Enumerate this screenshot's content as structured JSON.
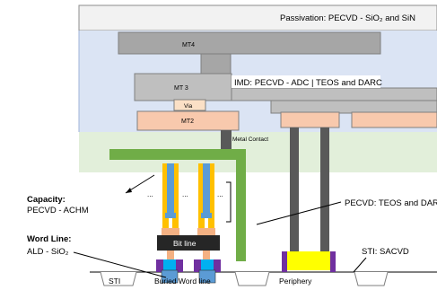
{
  "labels": {
    "passivation": "Passivation: PECVD - SiO₂ and SiN",
    "mt4": "MT4",
    "imd": "IMD: PECVD - ADC  |  TEOS and DARC",
    "mt3": "MT 3",
    "via": "Via",
    "mt2": "MT2",
    "metal_contact": "Metal Contact",
    "capacity_title": "Capacity:",
    "capacity_value": "PECVD - ACHM",
    "word_line_title": "Word Line:",
    "word_line_value": "ALD - SiO₂",
    "bit_line": "Bit line",
    "pecvd_teos": "PECVD: TEOS and DARC",
    "sti": "STI: SACVD",
    "sti_substrate": "STI",
    "buried_word_line": "Buried Word line",
    "periphery": "Periphery",
    "ellipsis": "..."
  },
  "colors": {
    "passivation_fill": "#f2f2f2",
    "imd_fill": "#dbe4f4",
    "metal_dark": "#a6a6a6",
    "metal_mid": "#bfbfbf",
    "mt2_fill": "#f8c9ad",
    "via_fill": "#fbe0c6",
    "contact_layer": "#e2efda",
    "green_bar": "#70ad47",
    "plug_dark": "#595959",
    "capacitor_orange": "#f4b183",
    "capacitor_gold": "#ffc000",
    "capacitor_blue": "#5b9bd5",
    "bit_line_fill": "#262626",
    "wordline_purple": "#7030a0",
    "wordline_cyan": "#00b0f0",
    "periphery_yellow": "#ffff00",
    "sti_border": "#7f7f7f"
  }
}
